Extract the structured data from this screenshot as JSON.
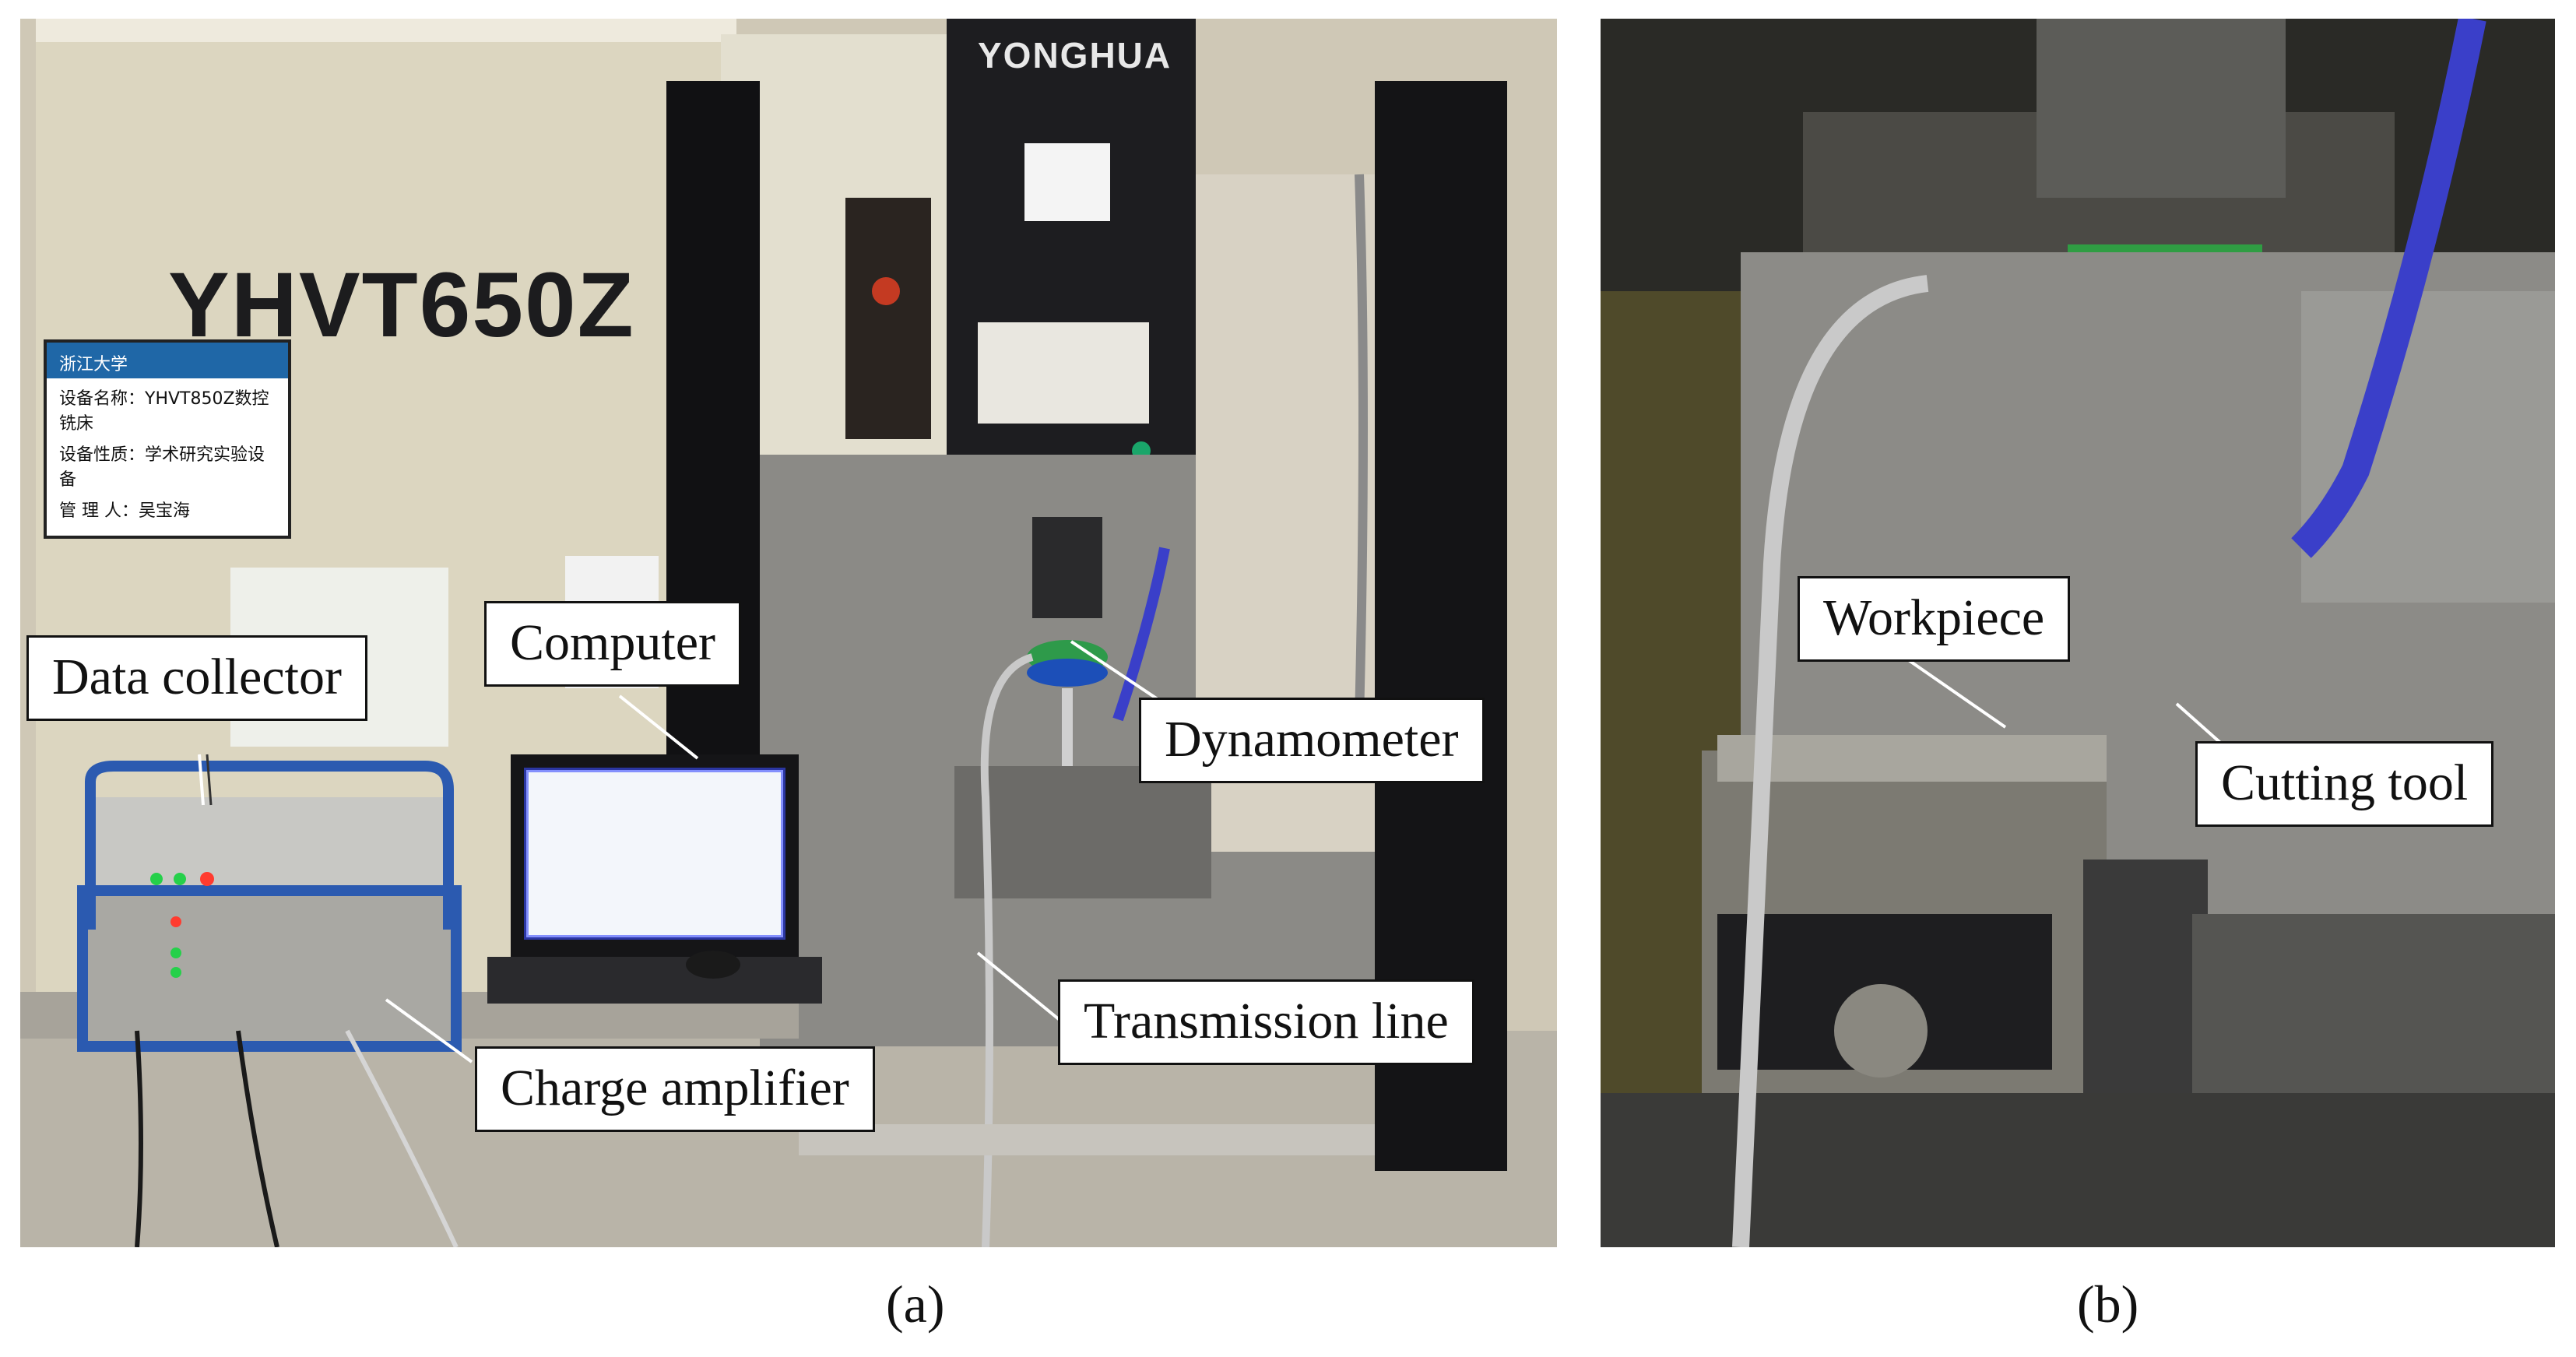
{
  "panel_a": {
    "machine_model": "YHVT650Z",
    "brand": "YONGHUA",
    "plate": {
      "header": "浙江大学",
      "lines": [
        "设备名称：YHVT850Z数控铣床",
        "设备性质：学术研究实验设备",
        "管 理 人：吴宝海"
      ]
    },
    "labels": {
      "data_collector": "Data collector",
      "computer": "Computer",
      "dynamometer": "Dynamometer",
      "transmission_line": "Transmission line",
      "charge_amplifier": "Charge amplifier"
    },
    "caption": "(a)"
  },
  "panel_b": {
    "labels": {
      "workpiece": "Workpiece",
      "cutting_tool": "Cutting tool"
    },
    "caption": "(b)"
  },
  "colors": {
    "machine_body": "#d9d3bd",
    "machine_dark": "#1b1b1d",
    "dynamometer_green": "#2e9a4a",
    "dynamometer_blue": "#1c4fb8",
    "coolant_hose": "#3a3fc9",
    "screen": "#f3f6fb",
    "amplifier_blue": "#2b5ab0"
  }
}
